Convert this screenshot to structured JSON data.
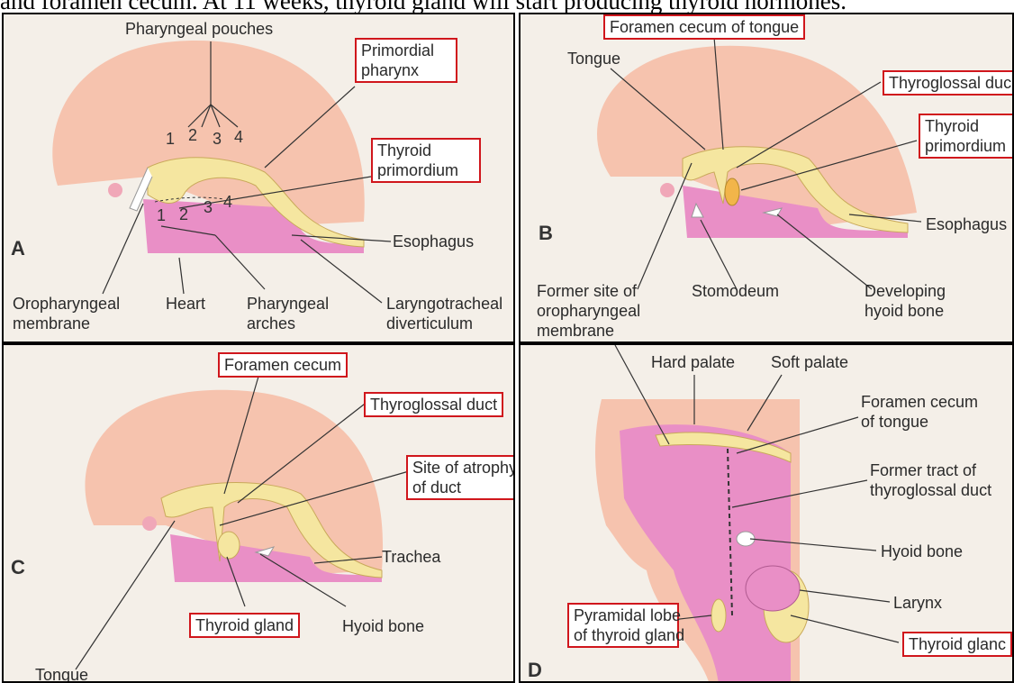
{
  "caption": "and foramen cecum. At 11 weeks, thyroid gland will start producing thyroid hormones.",
  "panel_a": {
    "letter": "A",
    "pharyngeal_pouches": "Pharyngeal pouches",
    "primordial_pharynx_1": "Primordial",
    "primordial_pharynx_2": "pharynx",
    "thyroid_primordium_1": "Thyroid",
    "thyroid_primordium_2": "primordium",
    "esophagus": "Esophagus",
    "oropharyngeal_1": "Oropharyngeal",
    "oropharyngeal_2": "membrane",
    "heart": "Heart",
    "arches_1": "Pharyngeal",
    "arches_2": "arches",
    "laryngo_1": "Laryngotracheal",
    "laryngo_2": "diverticulum",
    "pouch_numbers": [
      "1",
      "2",
      "3",
      "4"
    ],
    "arch_numbers": [
      "1",
      "2",
      "3",
      "4"
    ]
  },
  "panel_b": {
    "letter": "B",
    "foramen_cecum": "Foramen cecum of tongue",
    "tongue": "Tongue",
    "thyroglossal_duct": "Thyroglossal duc",
    "thyroid_primordium_1": "Thyroid",
    "thyroid_primordium_2": "primordium",
    "esophagus": "Esophagus",
    "former_site_1": "Former site of",
    "former_site_2": "oropharyngeal",
    "former_site_3": "membrane",
    "stomodeum": "Stomodeum",
    "hyoid_1": "Developing",
    "hyoid_2": "hyoid bone"
  },
  "panel_c": {
    "letter": "C",
    "foramen_cecum": "Foramen cecum",
    "thyroglossal_duct": "Thyroglossal duct",
    "atrophy_1": "Site of atrophy",
    "atrophy_2": "of duct",
    "trachea": "Trachea",
    "thyroid_gland": "Thyroid gland",
    "hyoid_bone": "Hyoid bone",
    "tongue": "Tongue"
  },
  "panel_d": {
    "letter": "D",
    "hard_palate": "Hard palate",
    "soft_palate": "Soft palate",
    "foramen_1": "Foramen cecum",
    "foramen_2": "of tongue",
    "former_tract_1": "Former tract of",
    "former_tract_2": "thyroglossal duct",
    "hyoid_bone": "Hyoid bone",
    "larynx": "Larynx",
    "pyramidal_1": "Pyramidal lobe",
    "pyramidal_2": "of thyroid gland",
    "thyroid_gland": "Thyroid glanc"
  },
  "colors": {
    "embryo_peach": "#f6c3ae",
    "embryo_pink": "#e98fc6",
    "endoderm_yellow": "#f5e6a0",
    "box_red": "#d0161c"
  }
}
